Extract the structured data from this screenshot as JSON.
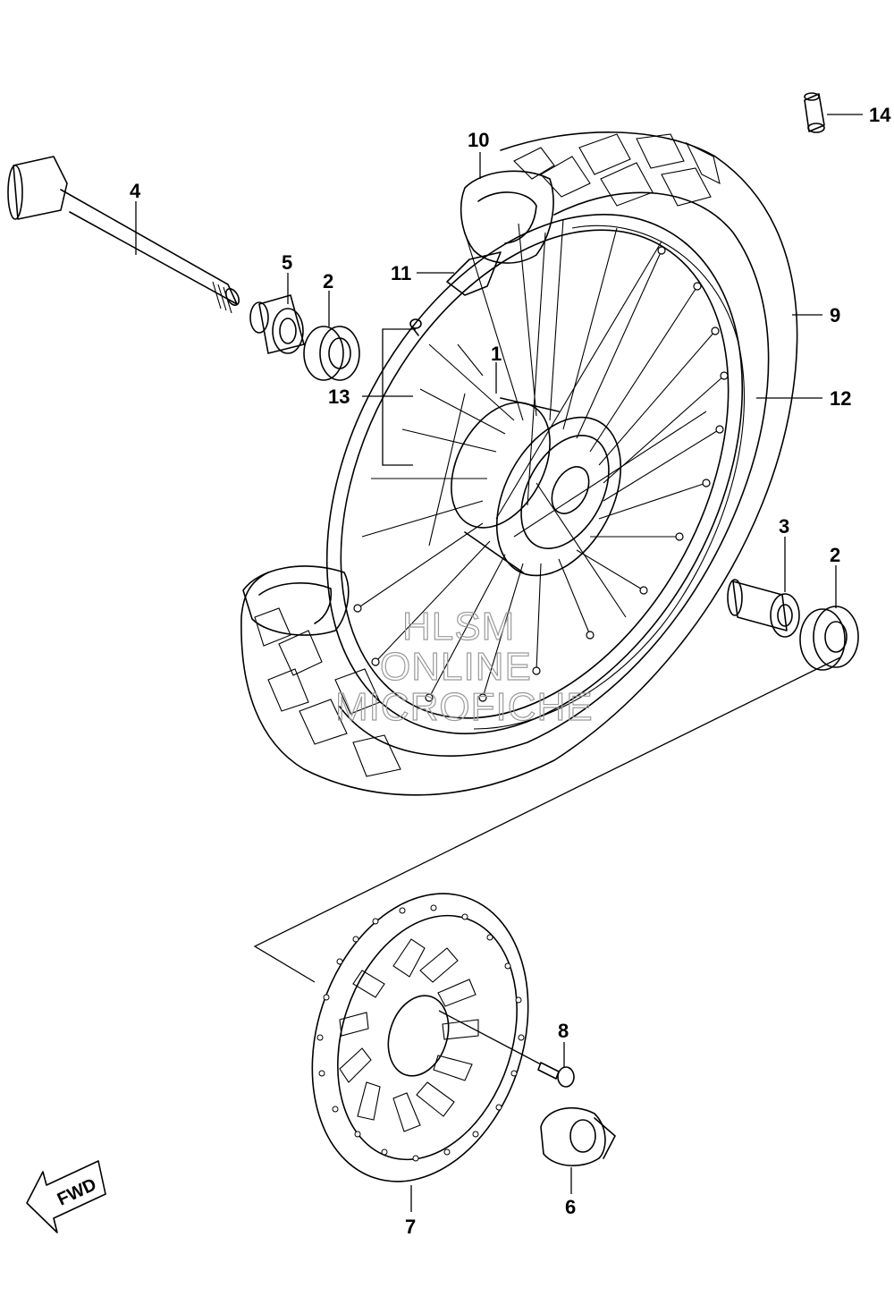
{
  "callouts": {
    "c1": "1",
    "c2a": "2",
    "c2b": "2",
    "c3": "3",
    "c4": "4",
    "c5": "5",
    "c6": "6",
    "c7": "7",
    "c8": "8",
    "c9": "9",
    "c10": "10",
    "c11": "11",
    "c12": "12",
    "c13": "13",
    "c14": "14"
  },
  "watermark": {
    "line1": "HLSM",
    "line2": "ONLINE",
    "line3": "MICROFICHE"
  },
  "direction_badge": "FWD"
}
